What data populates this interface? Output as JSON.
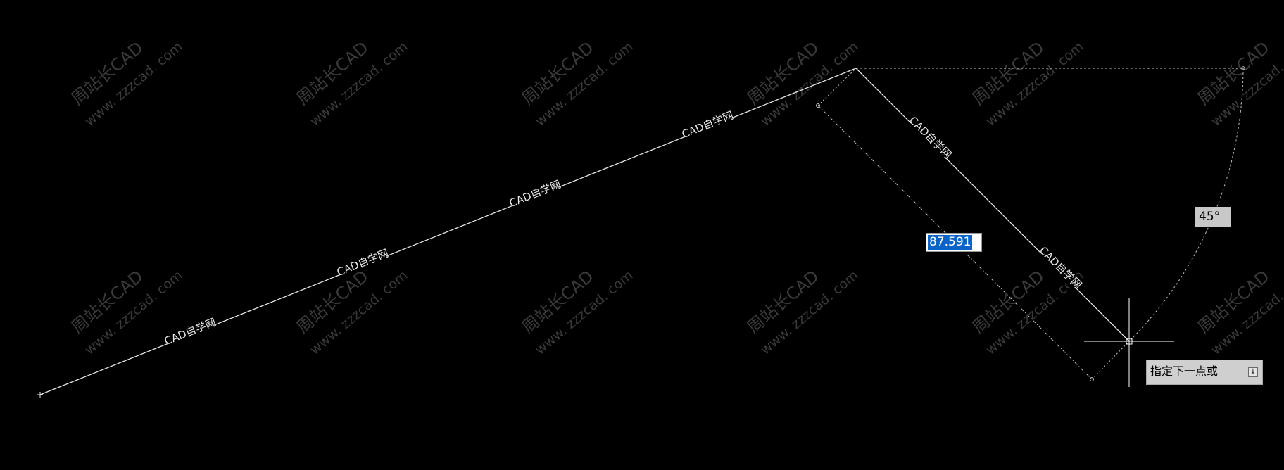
{
  "watermark": {
    "site_name": "周站长CAD",
    "site_url": "www. zzzcad. com"
  },
  "linetype_label": "CAD自学网",
  "dynamic_input": {
    "distance": "87.591",
    "angle": "45°"
  },
  "command_prompt": {
    "text": "指定下一点或",
    "arrow_icon": "dropdown-arrow-icon"
  },
  "colors": {
    "background": "#000000",
    "geometry": "#e6e6e6",
    "selection": "#0a64c8",
    "watermark": "#3a3a3a"
  }
}
